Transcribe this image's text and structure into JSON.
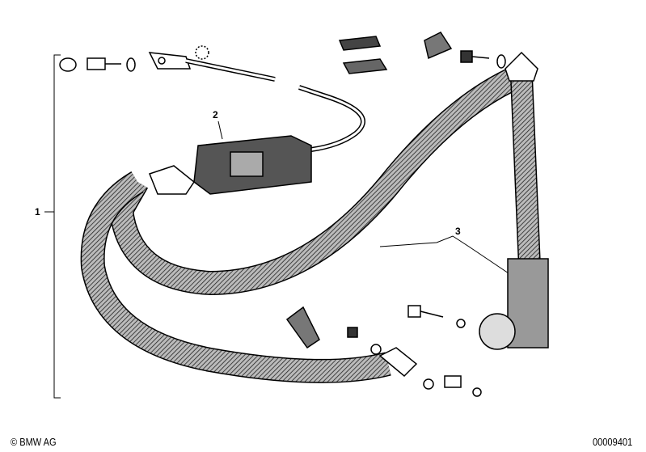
{
  "callouts": [
    {
      "number": "1",
      "part": "seat-belt-assembly"
    },
    {
      "number": "2",
      "part": "buckle"
    },
    {
      "number": "3",
      "part": "belt-strap"
    }
  ],
  "footer": {
    "copyright": "© BMW AG",
    "diagram_id": "00009401"
  }
}
